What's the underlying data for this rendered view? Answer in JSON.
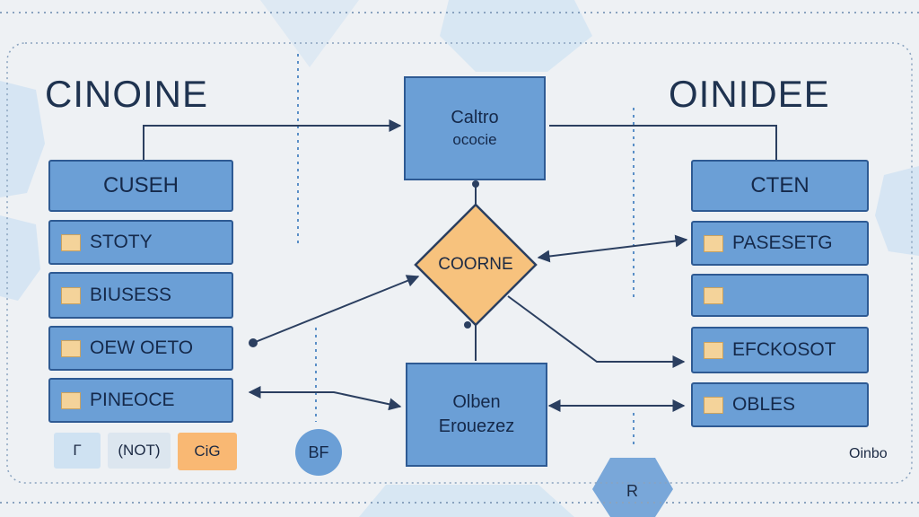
{
  "titles": {
    "left": "CINOINE",
    "right": "OINIDEE"
  },
  "left_panel": {
    "header": "CUSEH",
    "items": [
      {
        "label": "STOTY"
      },
      {
        "label": "BIUSESS"
      },
      {
        "label": "OEW OETO"
      },
      {
        "label": "PINEOCE"
      }
    ]
  },
  "right_panel": {
    "header": "CTEN",
    "items": [
      {
        "label": "PASESETG"
      },
      {
        "label": ""
      },
      {
        "label": "EFCKOSOT"
      },
      {
        "label": "OBLES"
      }
    ]
  },
  "center": {
    "top_node": {
      "line1": "Caltro",
      "line2": "ococie"
    },
    "decision": "COORNE",
    "bottom_node": {
      "line1": "Olben",
      "line2": "Erouezez"
    }
  },
  "footer": {
    "chip_a": "Γ",
    "chip_b": "(NOT)",
    "chip_c": "CiG",
    "circle": "BF",
    "corner_label": "Oinbo",
    "hex_label": "R"
  },
  "colors": {
    "box_fill": "#6b9fd6",
    "box_border": "#2e5a93",
    "decision_fill": "#f7c27d",
    "accent_orange": "#f9b873",
    "line": "#2b3f60",
    "background": "#eef1f4"
  }
}
